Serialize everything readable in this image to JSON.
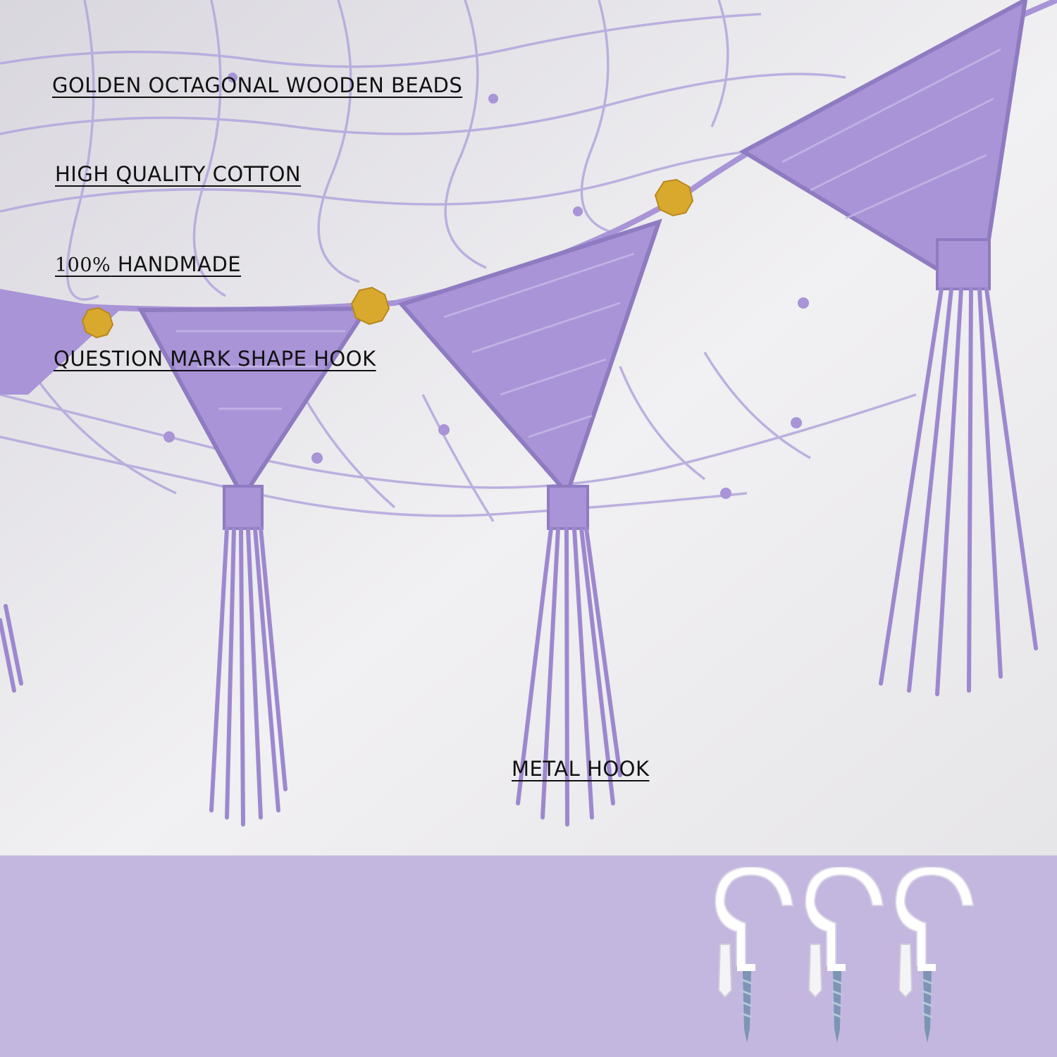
{
  "captions": {
    "beads": "GOLDEN OCTAGONAL WOODEN BEADS",
    "cotton": "HIGH QUALITY COTTON",
    "handmade_num": "100%",
    "handmade_word": "HANDMADE",
    "hook": "QUESTION MARK SHAPE HOOK",
    "metal": "METAL HOOK"
  },
  "colors": {
    "background": "#ecebed",
    "cord": "#a894d6",
    "cord_dark": "#8f7bc1",
    "net": "#b3a6dd",
    "bead": "#d9a92e",
    "band": "#c3b7df",
    "hook": "#ffffff",
    "screw": "#7d95b4",
    "text": "#111111"
  },
  "icons": [
    "wooden-bead-icon",
    "question-mark-hook-icon",
    "screw-icon",
    "wall-anchor-icon"
  ]
}
